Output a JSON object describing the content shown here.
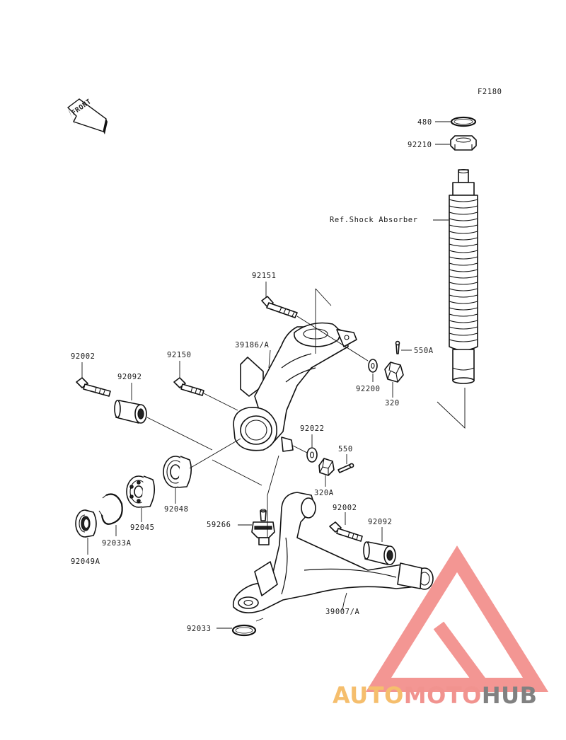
{
  "figure_code": "F2180",
  "front_label": "FRONT",
  "ref_label": "Ref.Shock Absorber",
  "parts": {
    "p480": "480",
    "p92210": "92210",
    "p550A": "550A",
    "p92151": "92151",
    "p39186A": "39186/A",
    "p92200": "92200",
    "p320": "320",
    "p92002_top": "92002",
    "p92092_top": "92092",
    "p92150": "92150",
    "p92022": "92022",
    "p550": "550",
    "p320A": "320A",
    "p92048": "92048",
    "p92045": "92045",
    "p92033A": "92033A",
    "p92049A": "92049A",
    "p59266": "59266",
    "p92002_bot": "92002",
    "p92092_bot": "92092",
    "p39007A": "39007/A",
    "p92033": "92033"
  },
  "watermark": {
    "word_auto": "AUTO",
    "word_moto": "MOTO",
    "word_hub": "HUB",
    "colors": {
      "auto": "#f5b961",
      "moto": "#f08a86",
      "hub": "#777777",
      "triangle": "#f28e8a"
    }
  }
}
